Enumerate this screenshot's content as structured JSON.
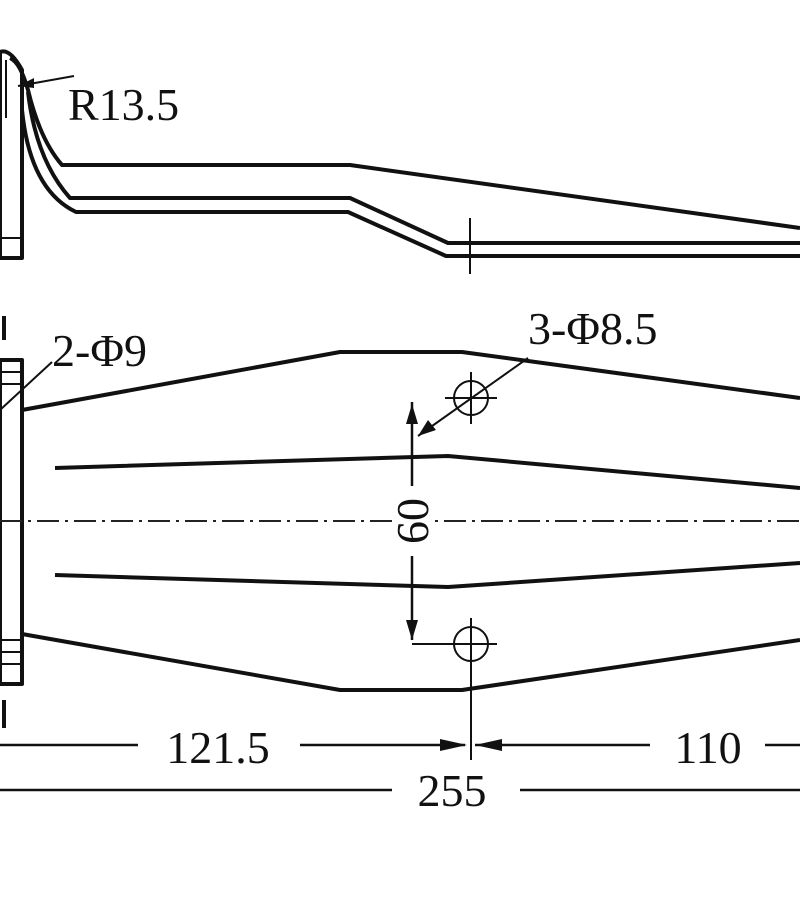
{
  "drawing": {
    "side_view": {
      "radius_label": "R13.5"
    },
    "top_view": {
      "hole_pair_label": "2-Φ9",
      "hole_triple_label": "3-Φ8.5",
      "hole_spacing_label": "60"
    },
    "dimensions": {
      "left_segment": "121.5",
      "right_segment": "110",
      "overall_length": "255"
    }
  }
}
